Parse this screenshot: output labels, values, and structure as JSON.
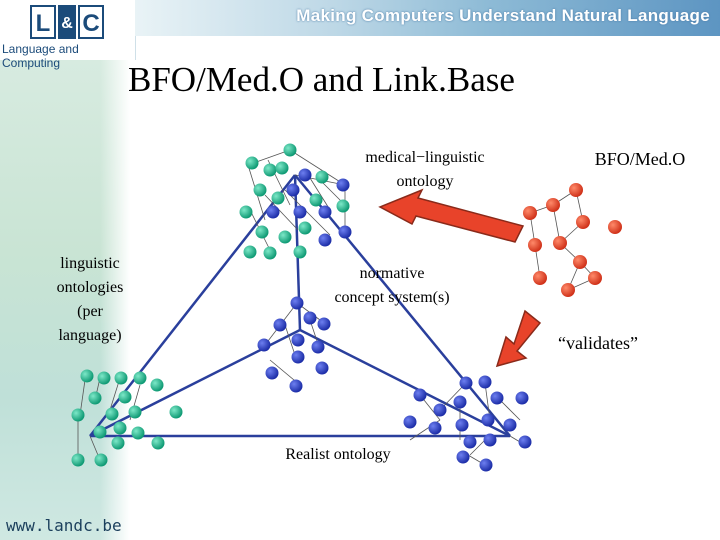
{
  "header": {
    "logo_letters": [
      "L",
      "&",
      "C"
    ],
    "logo_subtitle": "Language and Computing",
    "banner_text": "Making Computers Understand Natural Language"
  },
  "slide": {
    "title": "BFO/Med.O and Link.Base",
    "footer_url": "www.landc.be"
  },
  "diagram": {
    "medical_linguistic": [
      "medical−linguistic",
      "ontology"
    ],
    "linguistic": [
      "linguistic",
      "ontologies",
      "(per",
      "language)"
    ],
    "normative": [
      "normative",
      "concept system(s)"
    ],
    "realist": "Realist ontology",
    "bfo_label": "BFO/Med.O",
    "validates": "“validates”"
  },
  "colors": {
    "teal_node": "#19b28a",
    "blue_node": "#2a3fc4",
    "red_node": "#e8432a",
    "triangle_line": "#2a3f9c",
    "arrow": "#e8432a"
  }
}
